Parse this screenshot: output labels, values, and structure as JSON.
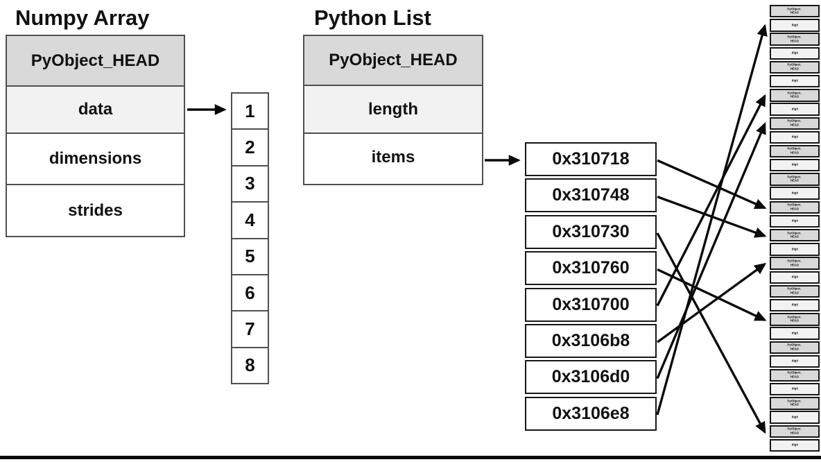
{
  "numpy_array": {
    "title": "Numpy Array",
    "header": "PyObject_HEAD",
    "fields": [
      "data",
      "dimensions",
      "strides"
    ],
    "buffer_values": [
      "1",
      "2",
      "3",
      "4",
      "5",
      "6",
      "7",
      "8"
    ]
  },
  "python_list": {
    "title": "Python List",
    "header": "PyObject_HEAD",
    "fields": [
      "length",
      "items"
    ],
    "pointers": [
      "0x310718",
      "0x310748",
      "0x310730",
      "0x310760",
      "0x310700",
      "0x3106b8",
      "0x3106d0",
      "0x3106e8"
    ]
  },
  "memory_column": {
    "object_count": 16,
    "object_header_lines": [
      "PyObject_",
      "HEAD"
    ],
    "object_value": "digit"
  },
  "connections": {
    "numpy_data_arrow": {
      "from": "data",
      "to": "buffer_cell_1"
    },
    "python_items_arrow": {
      "from": "items",
      "to": "pointer_1"
    },
    "pointer_targets": [
      {
        "pointer": "0x310718",
        "memory_cell": 15
      },
      {
        "pointer": "0x310748",
        "memory_cell": 17
      },
      {
        "pointer": "0x310730",
        "memory_cell": 31
      },
      {
        "pointer": "0x310760",
        "memory_cell": 23
      },
      {
        "pointer": "0x310700",
        "memory_cell": 7
      },
      {
        "pointer": "0x3106b8",
        "memory_cell": 19
      },
      {
        "pointer": "0x3106d0",
        "memory_cell": 9
      },
      {
        "pointer": "0x3106e8",
        "memory_cell": 2
      }
    ]
  },
  "colors": {
    "header_fill": "#d9d9d9",
    "field_fill": "#f2f2f2",
    "white_fill": "#ffffff",
    "box_border": "#4f4f4f",
    "cell_border": "#161616",
    "arrow": "#0a0a0a",
    "text": "#111111",
    "bottom_bar": "#0d0d0d"
  }
}
